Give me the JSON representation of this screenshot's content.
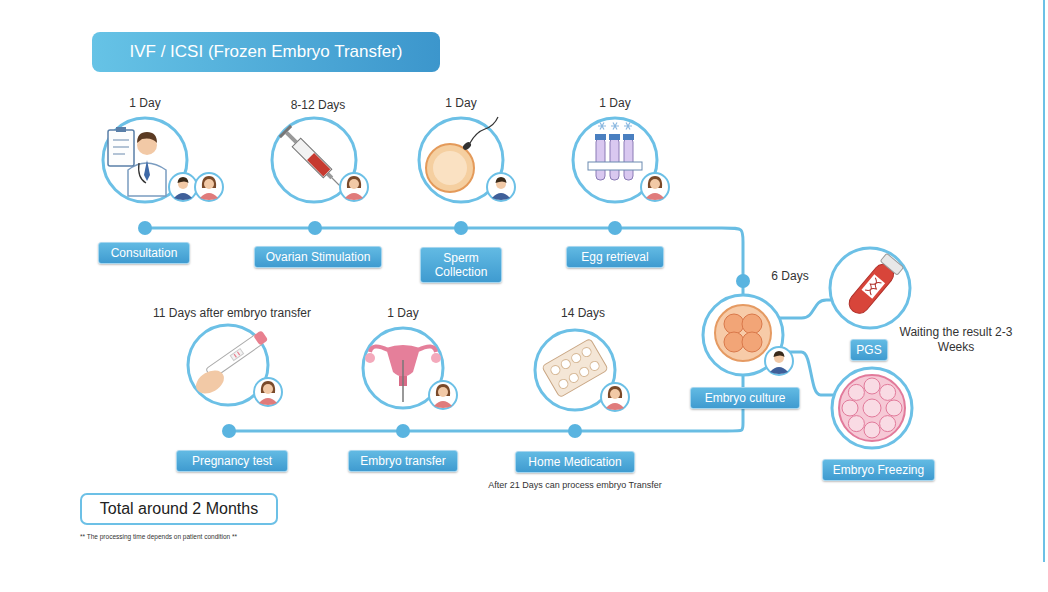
{
  "diagram": {
    "title": "IVF / ICSI (Frozen Embryo Transfer)",
    "nodes": [
      {
        "text": [
          "1 Day",
          "Consultation"
        ]
      },
      {
        "text": [
          "8-12 Days",
          "Ovarian Stimulation"
        ]
      },
      {
        "text": [
          "1 Day",
          "Sperm Collection"
        ]
      },
      {
        "text": [
          "1 Day",
          "Egg retrieval"
        ]
      },
      {
        "text": [
          "6 Days",
          "Embryo culture"
        ]
      },
      {
        "text": [
          "PGS",
          "Waiting the result 2-3 Weeks"
        ]
      },
      {
        "text": [
          "Embryo Freezing"
        ]
      },
      {
        "text": [
          "11 Days after embryo transfer",
          "Pregnancy test"
        ]
      },
      {
        "text": [
          "1 Day",
          "Embryo transfer"
        ]
      },
      {
        "text": [
          "14 Days",
          "Home Medication"
        ]
      },
      {
        "text": [
          "Total around 2 Months"
        ]
      }
    ],
    "edges": [
      {
        "from": 0,
        "to": 1,
        "arrow": "none"
      },
      {
        "from": 1,
        "to": 2,
        "arrow": "none"
      },
      {
        "from": 2,
        "to": 3,
        "arrow": "none"
      },
      {
        "from": 3,
        "to": 4,
        "arrow": "none"
      },
      {
        "from": 4,
        "to": 5,
        "arrow": "none"
      },
      {
        "from": 4,
        "to": 6,
        "arrow": "none"
      },
      {
        "from": 4,
        "to": 9,
        "arrow": "none"
      },
      {
        "from": 9,
        "to": 8,
        "arrow": "none"
      },
      {
        "from": 8,
        "to": 7,
        "arrow": "none"
      }
    ],
    "labels": [
      "After 21 Days can process embryo Transfer",
      "** The processing time depends on patient condition **"
    ]
  }
}
